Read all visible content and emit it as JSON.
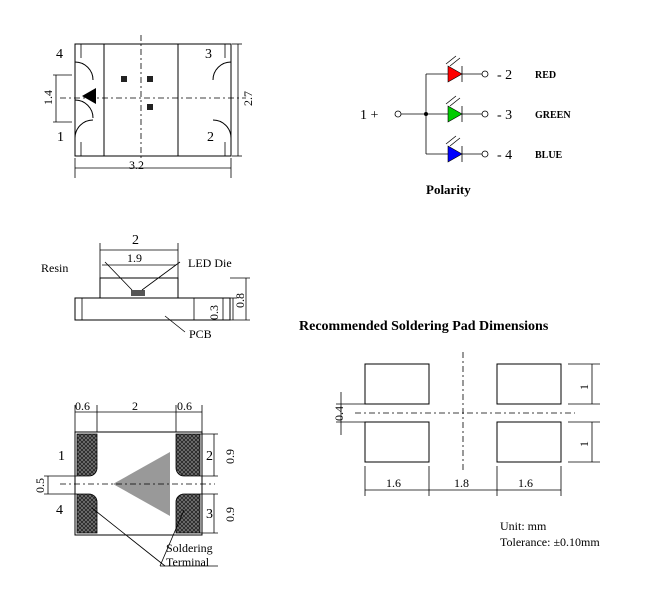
{
  "top_view": {
    "pin_4": "4",
    "pin_3": "3",
    "pin_1": "1",
    "pin_2": "2",
    "dim_height_inner": "1.4",
    "dim_height_total": "2.7",
    "dim_length": "3.2"
  },
  "polarity": {
    "title": "Polarity",
    "common": "1 +",
    "red": {
      "pin": "- 2",
      "label": "RED",
      "color": "#ff0000"
    },
    "green": {
      "pin": "- 3",
      "label": "GREEN",
      "color": "#00cc00"
    },
    "blue": {
      "pin": "- 4",
      "label": "BLUE",
      "color": "#0000ff"
    }
  },
  "side_view": {
    "dim_top": "2",
    "dim_die": "1.9",
    "resin": "Resin",
    "led_die": "LED Die",
    "pcb": "PCB",
    "dim_03": "0.3",
    "dim_08": "0.8"
  },
  "bottom_view": {
    "dim_left": "0.6",
    "dim_mid": "2",
    "dim_right": "0.6",
    "pin_1": "1",
    "pin_2": "2",
    "pin_3": "3",
    "pin_4": "4",
    "dim_05": "0.5",
    "dim_09a": "0.9",
    "dim_09b": "0.9",
    "soldering": "Soldering",
    "terminal": "Terminal"
  },
  "pad": {
    "title": "Recommended Soldering Pad Dimensions",
    "dim_1a": "1",
    "dim_1b": "1",
    "dim_04": "0.4",
    "dim_16a": "1.6",
    "dim_18": "1.8",
    "dim_16b": "1.6"
  },
  "notes": {
    "unit": "Unit: mm",
    "tolerance": "Tolerance: ±0.10mm"
  }
}
